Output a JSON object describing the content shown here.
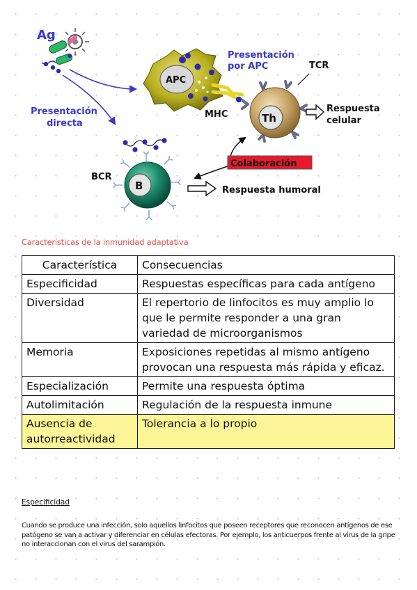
{
  "diagram": {
    "ag_label": "Ag",
    "direct_presentation": [
      "Presentación",
      "directa"
    ],
    "apc_presentation": [
      "Presentación",
      "por APC"
    ],
    "tcr_label": "TCR",
    "apc_label": "APC",
    "mhc_label": "MHC",
    "th_label": "Th",
    "cellular_response": [
      "Respuesta",
      "celular"
    ],
    "collaboration_label": "Colaboración",
    "bcr_label": "BCR",
    "b_label": "B",
    "humoral_response": "Respuesta humoral",
    "colors": {
      "blue_text": "#3a3ac8",
      "collaboration_bg": "#e8192c",
      "collaboration_text": "#111111",
      "apc_body": "#b8b01e",
      "th_cell": "#b8955a",
      "b_cell": "#1a8a6a"
    }
  },
  "section_heading": "Características de la inmunidad adaptativa",
  "table": {
    "headers": [
      "Característica",
      "Consecuencias"
    ],
    "rows": [
      {
        "trait": "Especificidad",
        "consequence": "Respuestas específicas para cada antígeno",
        "highlight": false
      },
      {
        "trait": "Diversidad",
        "consequence": "El repertorio de linfocitos es muy amplio lo que le permite responder a una gran variedad de microorganismos",
        "highlight": false
      },
      {
        "trait": "Memoria",
        "consequence": "Exposiciones repetidas al mismo antígeno provocan una respuesta más rápida y eficaz.",
        "highlight": false
      },
      {
        "trait": "Especialización",
        "consequence": "Permite una respuesta óptima",
        "highlight": false
      },
      {
        "trait": "Autolimitación",
        "consequence": "Regulación de la respuesta inmune",
        "highlight": false
      },
      {
        "trait": "Ausencia de autorreactividad",
        "consequence": "Tolerancia a lo propio",
        "highlight": true
      }
    ],
    "highlight_color": "#fdf598"
  },
  "footnote": {
    "title": "Especificidad",
    "body": "Cuando se produce una infección, solo aquellos linfocitos que poseen receptores que reconocen antígenos de ese patógeno se van a activar y diferenciar en células efectoras. Por ejemplo, los anticuerpos frente al virus de la gripe no interaccionan con el virus del sarampión."
  }
}
